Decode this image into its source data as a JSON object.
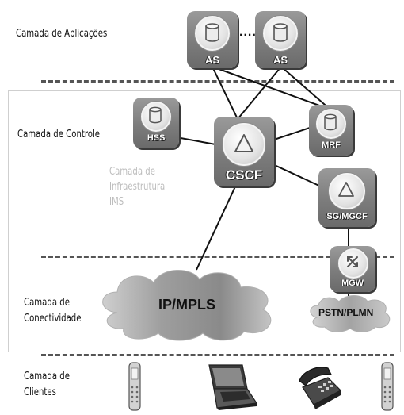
{
  "layers": {
    "applications": "Camada de Aplicações",
    "control": "Camada de Controle",
    "connectivity": [
      "Camada de",
      "Conectividade"
    ],
    "clients": [
      "Camada de",
      "Clientes"
    ]
  },
  "ims_infrastructure": [
    "Camada de",
    "Infraestrutura",
    "IMS"
  ],
  "nodes": {
    "as_1": "AS",
    "as_2": "AS",
    "as_ellipsis": ".....",
    "hss": "HSS",
    "cscf": "CSCF",
    "mrf": "MRF",
    "sg_mgcf": "SG/MGCF",
    "mgw": "MGW"
  },
  "networks": {
    "ip_mpls": "IP/MPLS",
    "pstn_plmn": "PSTN/PLMN"
  },
  "icons": {
    "database": "database-cylinder-icon",
    "control_function": "triangle-icon",
    "gateway": "crossed-arrows-icon",
    "clients": [
      "mobile-phone-icon",
      "laptop-icon",
      "desk-phone-icon",
      "mobile-phone-icon"
    ]
  },
  "colors": {
    "node_tile": "#7c7c7c",
    "dashed_separator": "#555555",
    "faint_text": "#bdbdbd"
  }
}
